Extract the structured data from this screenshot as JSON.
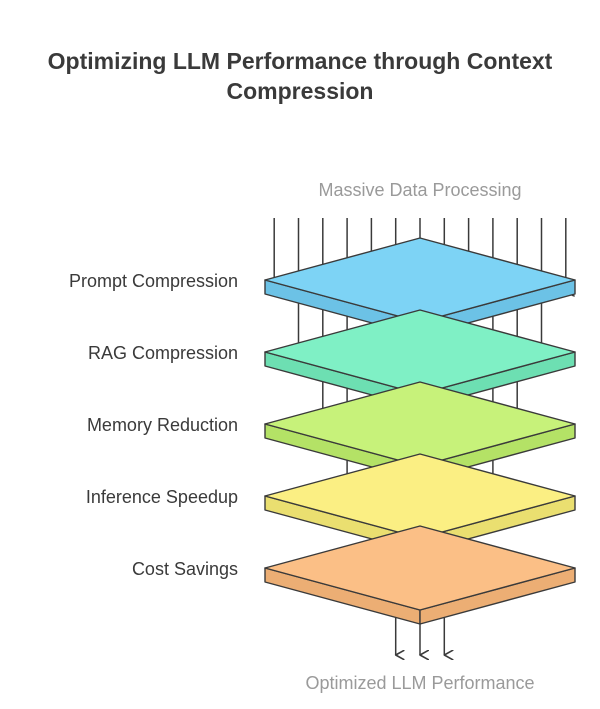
{
  "title": {
    "line1": "Optimizing LLM Performance through Context",
    "line2": "Compression"
  },
  "top_label": "Massive Data Processing",
  "bottom_label": "Optimized LLM Performance",
  "layers": [
    {
      "label": "Prompt Compression",
      "top_color": "#7dd3f5",
      "side_color": "#6cc2e6"
    },
    {
      "label": "RAG Compression",
      "top_color": "#7ff0c5",
      "side_color": "#6ddfb2"
    },
    {
      "label": "Memory Reduction",
      "top_color": "#c7f27a",
      "side_color": "#b4e266"
    },
    {
      "label": "Inference Speedup",
      "top_color": "#fbef83",
      "side_color": "#eadf70"
    },
    {
      "label": "Cost Savings",
      "top_color": "#fbbf86",
      "side_color": "#ecae74"
    }
  ],
  "arrow_counts": [
    13,
    11,
    9,
    7,
    5,
    3
  ],
  "colors": {
    "stroke": "#3a3a3a",
    "muted_text": "#9a9a9a"
  }
}
